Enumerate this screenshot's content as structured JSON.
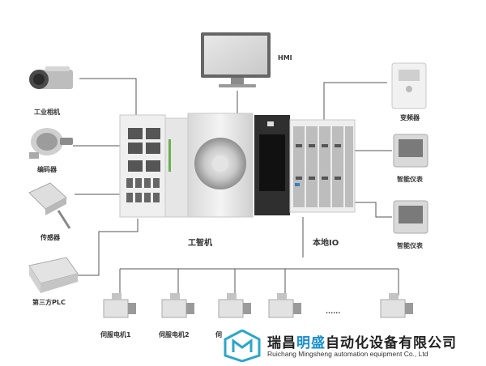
{
  "labels": {
    "hmi": "HMI",
    "camera": "工业相机",
    "encoder": "编码器",
    "sensor": "传感器",
    "plc": "第三方PLC",
    "ipc": "工智机",
    "local_io": "本地IO",
    "inverter": "变频器",
    "meter1": "智能仪表",
    "meter2": "智能仪表",
    "servo1": "伺服电机1",
    "servo2": "伺服电机2",
    "servo3": "伺",
    "dots": "......"
  },
  "company": {
    "prefix": "瑞昌",
    "highlight": "明盛",
    "suffix": "自动化设备有限公司",
    "english": "Ruichang Mingsheng automation equipment Co., Ltd"
  },
  "colors": {
    "line": "#555555",
    "accent": "#1a8fd0",
    "logo": "#2aa7c9"
  }
}
